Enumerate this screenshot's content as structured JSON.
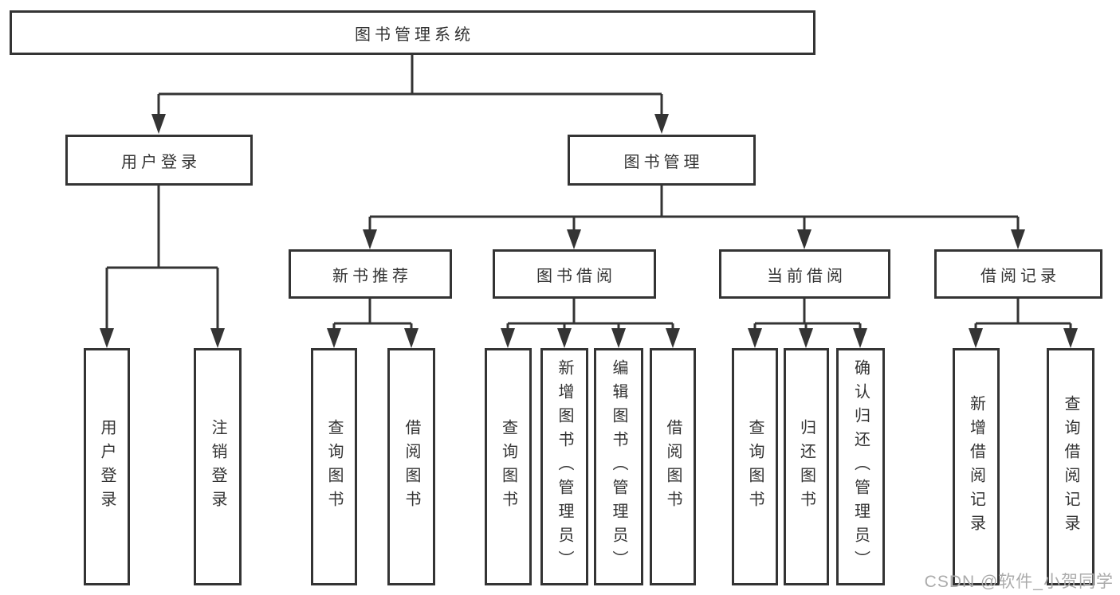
{
  "diagram": {
    "root": {
      "label": "图书管理系统"
    },
    "level2": [
      {
        "id": "user-login",
        "label": "用户登录"
      },
      {
        "id": "book-management",
        "label": "图书管理"
      }
    ],
    "level3": [
      {
        "id": "new-book-recommend",
        "label": "新书推荐"
      },
      {
        "id": "book-borrowing",
        "label": "图书借阅"
      },
      {
        "id": "current-borrowing",
        "label": "当前借阅"
      },
      {
        "id": "borrowing-records",
        "label": "借阅记录"
      }
    ],
    "leaves": [
      {
        "parent": "用户登录",
        "label": "用户登录"
      },
      {
        "parent": "用户登录",
        "label": "注销登录"
      },
      {
        "parent": "新书推荐",
        "label": "查询图书"
      },
      {
        "parent": "新书推荐",
        "label": "借阅图书"
      },
      {
        "parent": "图书借阅",
        "label": "查询图书"
      },
      {
        "parent": "图书借阅",
        "label": "新增图书（管理员）"
      },
      {
        "parent": "图书借阅",
        "label": "编辑图书（管理员）"
      },
      {
        "parent": "图书借阅",
        "label": "借阅图书"
      },
      {
        "parent": "当前借阅",
        "label": "查询图书"
      },
      {
        "parent": "当前借阅",
        "label": "归还图书"
      },
      {
        "parent": "当前借阅",
        "label": "确认归还（管理员）"
      },
      {
        "parent": "借阅记录",
        "label": "新增借阅记录"
      },
      {
        "parent": "借阅记录",
        "label": "查询借阅记录"
      }
    ]
  },
  "watermark": "CSDN @软件_小贺同学",
  "colors": {
    "line": "#343434",
    "text": "#333333",
    "watermark": "#ababab",
    "background": "#ffffff"
  }
}
